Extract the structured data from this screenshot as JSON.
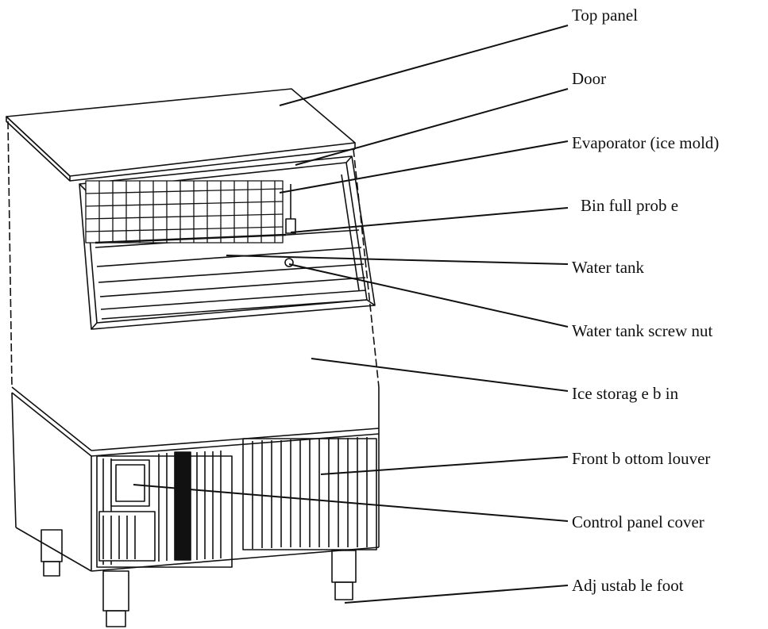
{
  "labels": [
    {
      "id": "top-panel",
      "text": "Top panel"
    },
    {
      "id": "door",
      "text": "Door"
    },
    {
      "id": "evaporator",
      "text": "Evaporator (ice mold)"
    },
    {
      "id": "bin-full-probe",
      "text": "Bin full prob e"
    },
    {
      "id": "water-tank",
      "text": "Water tank"
    },
    {
      "id": "water-tank-screw-nut",
      "text": "Water tank screw nut"
    },
    {
      "id": "ice-storage-bin",
      "text": "Ice storag e b in"
    },
    {
      "id": "front-bottom-louver",
      "text": "Front b ottom louver"
    },
    {
      "id": "control-panel-cover",
      "text": "Control panel cover"
    },
    {
      "id": "adjustable-foot",
      "text": "Adj  ustab le foot"
    }
  ]
}
